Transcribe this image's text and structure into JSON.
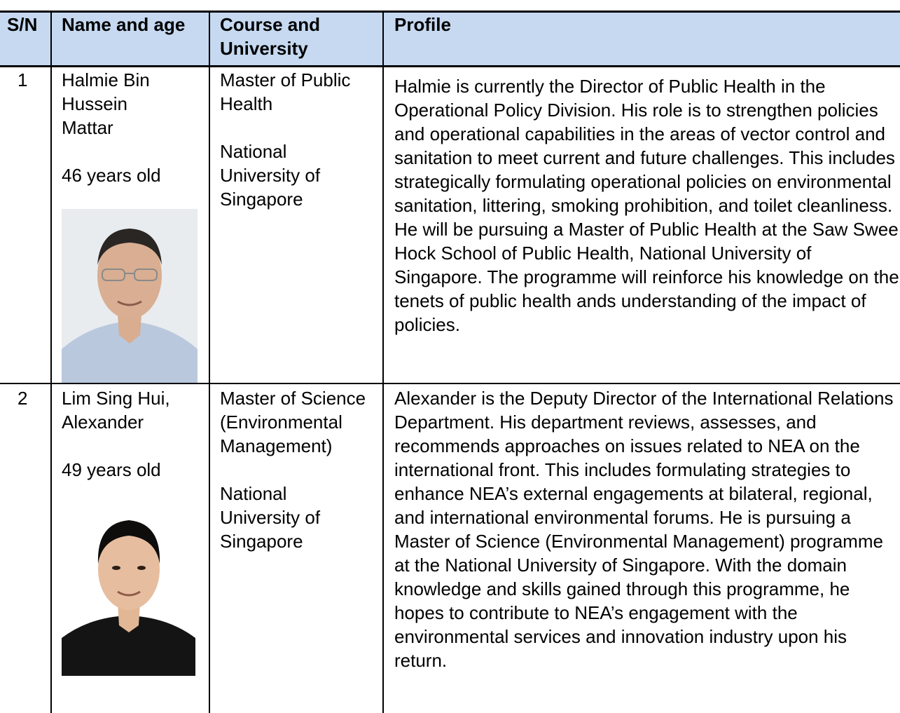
{
  "headers": {
    "sn": "S/N",
    "name_age": "Name and age",
    "course_university": "Course and University",
    "profile": "Profile"
  },
  "rows": [
    {
      "sn": "1",
      "name": "Halmie Bin Hussein Mattar",
      "age": "46 years old",
      "course": "Master of Public Health",
      "university": "National University of Singapore",
      "profile": "Halmie is currently the Director of Public Health in the Operational Policy Division. His role is to strengthen policies and operational capabilities in the areas of vector control and sanitation to meet current and future challenges. This includes strategically formulating operational policies on environmental sanitation, littering, smoking prohibition, and toilet cleanliness. He will be pursuing a Master of Public Health at the Saw Swee Hock School of Public Health, National University of Singapore. The programme will reinforce his knowledge on the tenets of public health ands understanding of the impact of policies."
    },
    {
      "sn": "2",
      "name": "Lim Sing Hui, Alexander",
      "age": "49 years old",
      "course": "Master of Science (Environmental Management)",
      "university": "National University of Singapore",
      "profile": "Alexander is the Deputy Director of the International Relations Department. His department reviews, assesses, and recommends approaches on issues related to NEA on the international front. This includes formulating strategies to enhance NEA’s external engagements at bilateral, regional, and international environmental forums. He is pursuing a Master of Science (Environmental Management) programme at the National University of Singapore. With the domain knowledge and skills gained through this programme, he hopes to contribute to NEA’s engagement with the environmental services and innovation industry upon his return."
    }
  ],
  "colors": {
    "header_bg": "#c6d9f1",
    "border": "#000000"
  }
}
